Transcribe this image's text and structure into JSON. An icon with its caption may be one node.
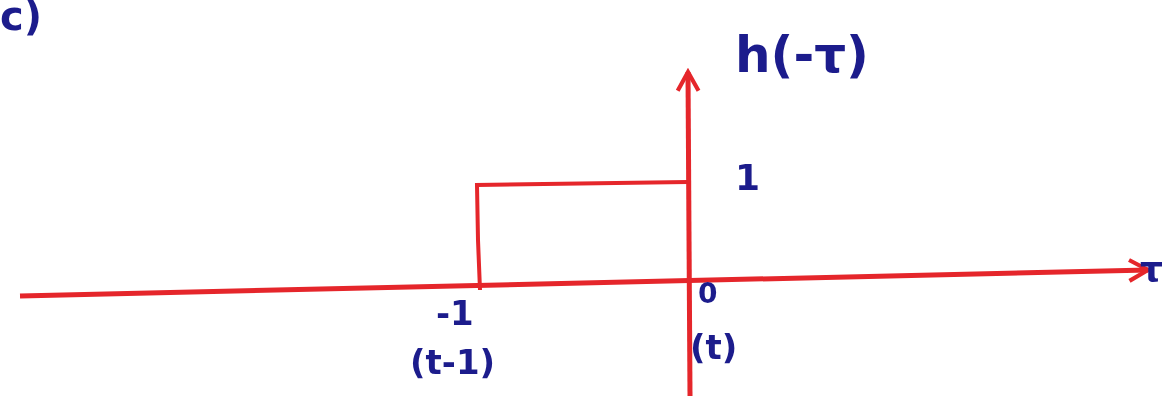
{
  "diagram": {
    "labels": [
      "c)",
      "h(-τ)",
      "1",
      "0",
      "-1",
      "(t-1)",
      "(t)",
      "τ"
    ]
  }
}
